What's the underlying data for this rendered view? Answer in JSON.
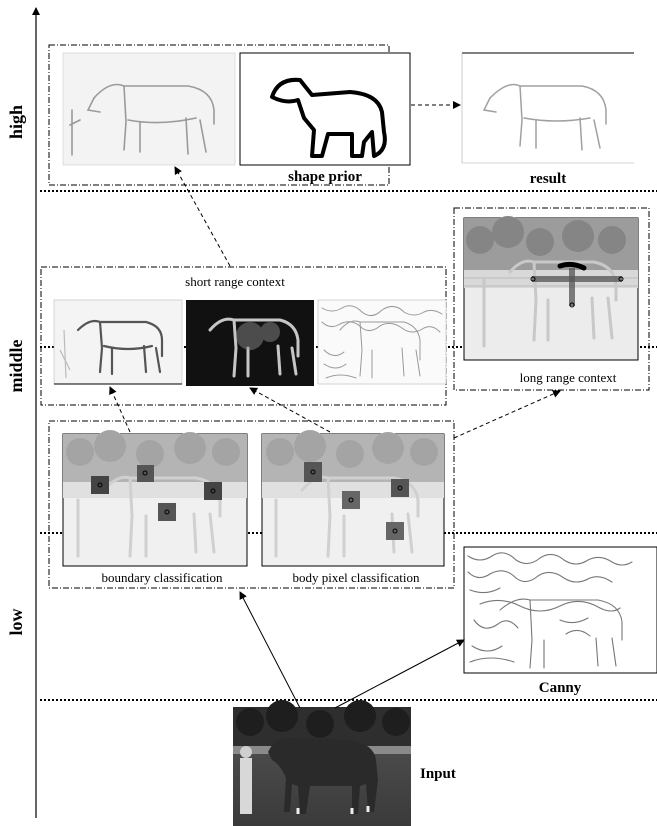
{
  "levels": {
    "high": "high",
    "middle": "middle",
    "low": "low"
  },
  "labels": {
    "shape_prior": "shape prior",
    "result": "result",
    "short_range_context": "short range context",
    "long_range_context": "long range context",
    "boundary_classification": "boundary classification",
    "body_pixel_classification": "body pixel classification",
    "canny": "Canny",
    "input": "Input"
  }
}
